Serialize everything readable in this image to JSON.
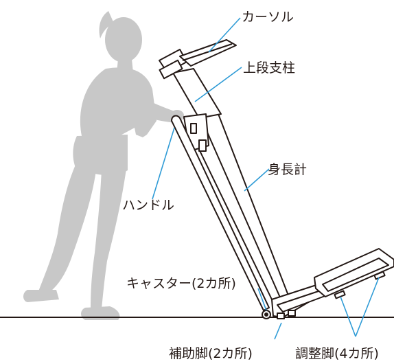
{
  "labels": {
    "cursor": "カーソル",
    "upper_column": "上段支柱",
    "stadiometer": "身長計",
    "handle": "ハンドル",
    "casters": "キャスター(2カ所)",
    "aux_feet": "補助脚(2カ所)",
    "adjust_feet": "調整脚(4カ所)"
  },
  "colors": {
    "leader_line": "#2e9bd6",
    "silhouette": "#c8c8c8",
    "outline": "#231815",
    "background": "#ffffff"
  }
}
